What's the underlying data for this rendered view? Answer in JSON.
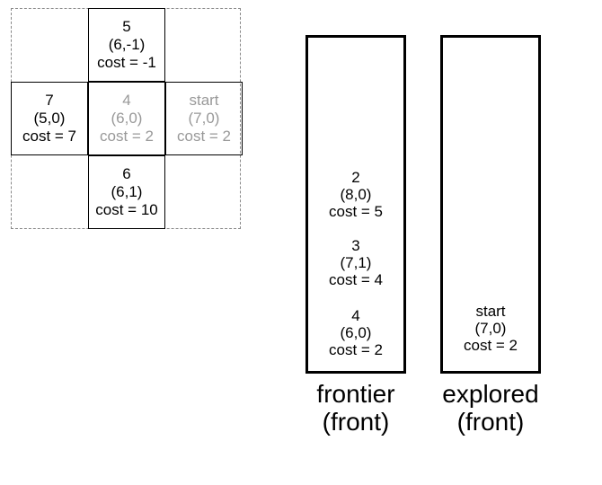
{
  "grid": {
    "top": {
      "id": "5",
      "coord": "(6,-1)",
      "cost": "cost = -1"
    },
    "left": {
      "id": "7",
      "coord": "(5,0)",
      "cost": "cost = 7"
    },
    "center": {
      "id": "4",
      "coord": "(6,0)",
      "cost": "cost = 2"
    },
    "right": {
      "id": "start",
      "coord": "(7,0)",
      "cost": "cost = 2"
    },
    "bottom": {
      "id": "6",
      "coord": "(6,1)",
      "cost": "cost = 10"
    }
  },
  "frontier": {
    "entries": [
      {
        "id": "2",
        "coord": "(8,0)",
        "cost": "cost = 5"
      },
      {
        "id": "3",
        "coord": "(7,1)",
        "cost": "cost = 4"
      },
      {
        "id": "4",
        "coord": "(6,0)",
        "cost": "cost = 2"
      }
    ],
    "caption_line1": "frontier",
    "caption_line2": "(front)"
  },
  "explored": {
    "entries": [
      {
        "id": "start",
        "coord": "(7,0)",
        "cost": "cost = 2"
      }
    ],
    "caption_line1": "explored",
    "caption_line2": "(front)"
  },
  "colors": {
    "line": "#000000",
    "dashed": "#888888",
    "visited_text": "#999999"
  }
}
